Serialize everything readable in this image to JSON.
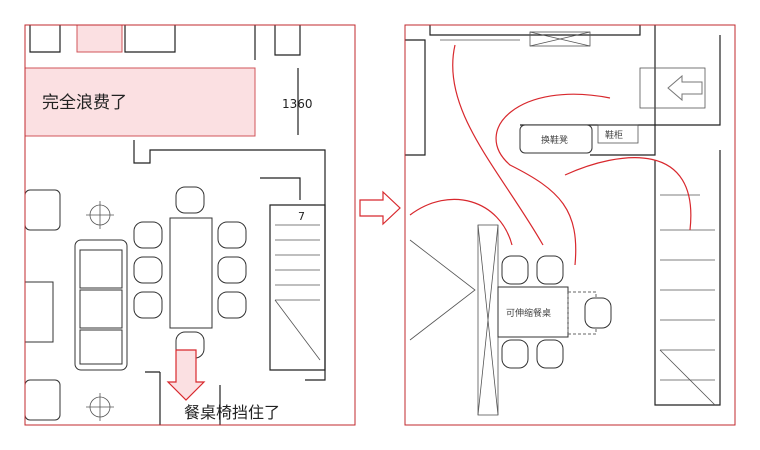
{
  "left_plan": {
    "annotation_waste": "完全浪费了",
    "dimension": "1360",
    "stair_number": "7",
    "annotation_blocked": "餐桌椅挡住了"
  },
  "right_plan": {
    "shoe_bench": "换鞋凳",
    "shoe_cabinet": "鞋柜",
    "extendable_table": "可伸缩餐桌"
  },
  "colors": {
    "frame": "#c0282d",
    "highlight": "#fbe0e2",
    "arrow": "#d8282d"
  }
}
